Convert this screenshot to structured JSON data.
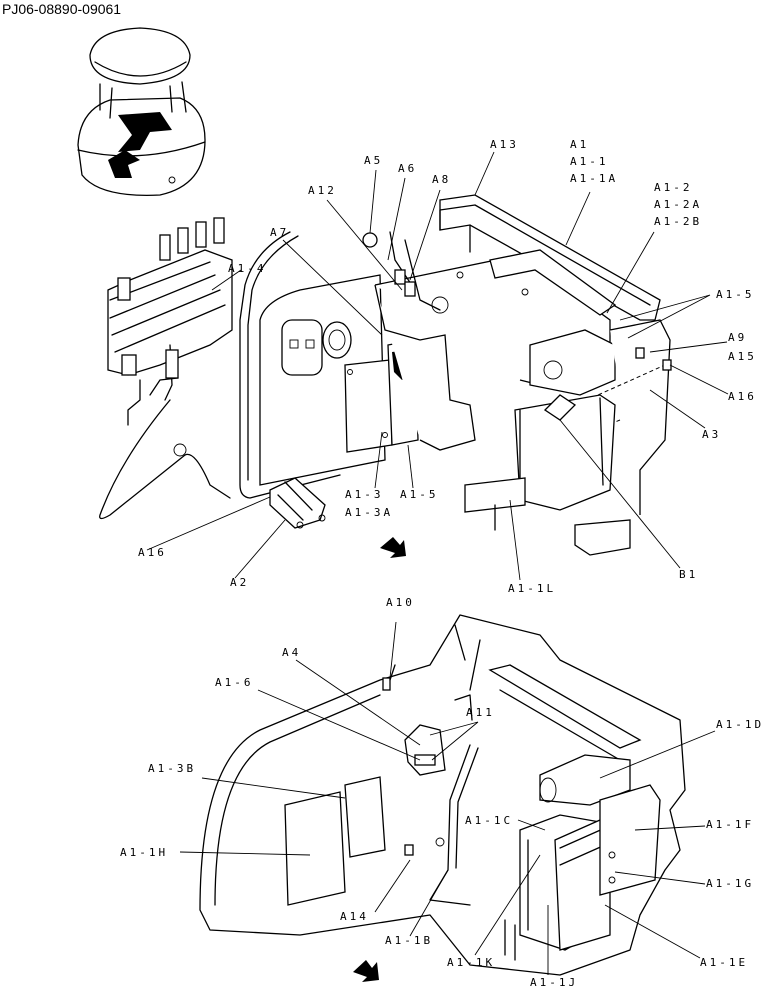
{
  "document": {
    "code": "PJ06-08890-09061"
  },
  "labels": {
    "a1": "A1",
    "a1_1": "A1-1",
    "a1_1a": "A1-1A",
    "a1_2": "A1-2",
    "a1_2a": "A1-2A",
    "a1_2b": "A1-2B",
    "a1_5_right": "A1-5",
    "a13": "A13",
    "a5": "A5",
    "a6": "A6",
    "a8": "A8",
    "a12": "A12",
    "a7": "A7",
    "a1_4": "A1-4",
    "a9": "A9",
    "a15": "A15",
    "a16_right": "A16",
    "a3": "A3",
    "a1_3": "A1-3",
    "a1_3a": "A1-3A",
    "a1_5_bottom": "A1-5",
    "a16_left": "A16",
    "a2": "A2",
    "a1_1l": "A1-1L",
    "b1": "B1",
    "a10": "A10",
    "a4": "A4",
    "a1_6": "A1-6",
    "a11": "A11",
    "a1_1d": "A1-1D",
    "a1_3b": "A1-3B",
    "a1_1c": "A1-1C",
    "a1_1f": "A1-1F",
    "a1_1h": "A1-1H",
    "a1_1g": "A1-1G",
    "a14": "A14",
    "a1_1b": "A1-1B",
    "a1_1k": "A1-1K",
    "a1_1j": "A1-1J",
    "a1_1e": "A1-1E"
  },
  "icons": {
    "front_arrow_top": "front-direction-arrow",
    "front_arrow_bottom": "front-direction-arrow"
  }
}
